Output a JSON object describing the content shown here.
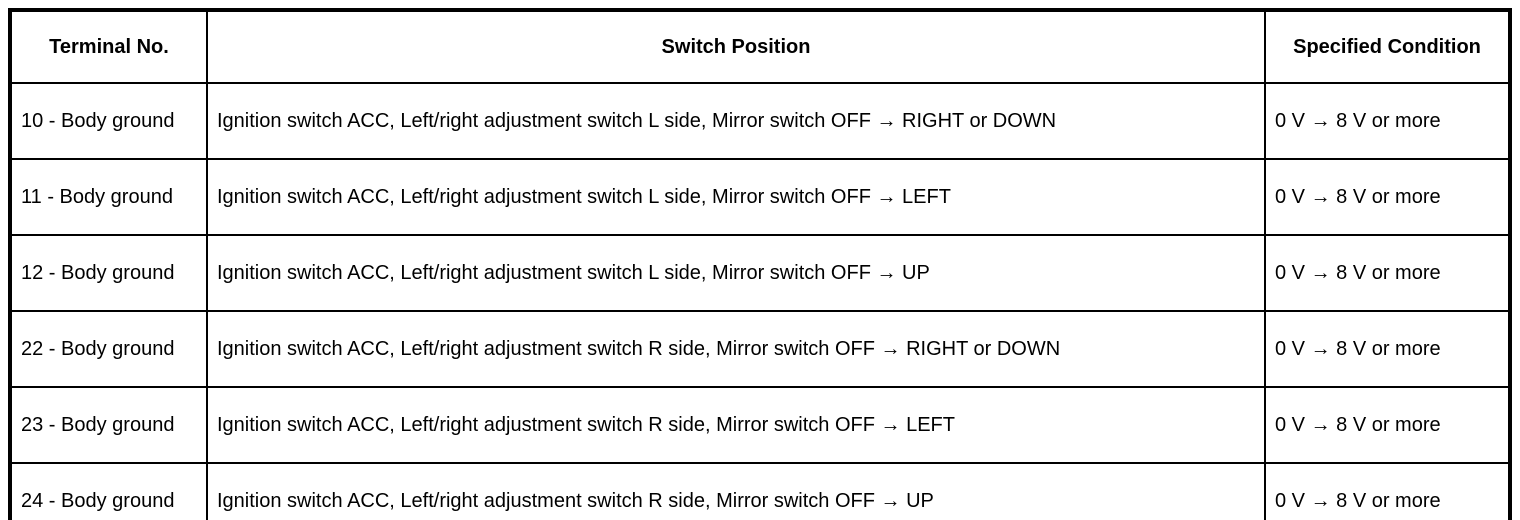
{
  "table": {
    "headers": {
      "terminal": "Terminal No.",
      "switch_position": "Switch Position",
      "specified_condition": "Specified Condition"
    },
    "rows": [
      {
        "terminal": "10 - Body ground",
        "switch_position": "Ignition switch ACC, Left/right adjustment switch L side, Mirror switch OFF → RIGHT or DOWN",
        "specified_condition": "0 V → 8 V or more"
      },
      {
        "terminal": "11 - Body ground",
        "switch_position": "Ignition switch ACC, Left/right adjustment switch L side, Mirror switch OFF → LEFT",
        "specified_condition": "0 V → 8 V or more"
      },
      {
        "terminal": "12 - Body ground",
        "switch_position": "Ignition switch ACC, Left/right adjustment switch L side, Mirror switch OFF → UP",
        "specified_condition": "0 V → 8 V or more"
      },
      {
        "terminal": "22 - Body ground",
        "switch_position": "Ignition switch ACC, Left/right adjustment switch R side, Mirror switch OFF → RIGHT or DOWN",
        "specified_condition": "0 V → 8 V or more"
      },
      {
        "terminal": "23 - Body ground",
        "switch_position": "Ignition switch ACC, Left/right adjustment switch R side, Mirror switch OFF → LEFT",
        "specified_condition": "0 V → 8 V or more"
      },
      {
        "terminal": "24 - Body ground",
        "switch_position": "Ignition switch ACC, Left/right adjustment switch R side, Mirror switch OFF → UP",
        "specified_condition": "0 V → 8 V or more"
      }
    ]
  }
}
